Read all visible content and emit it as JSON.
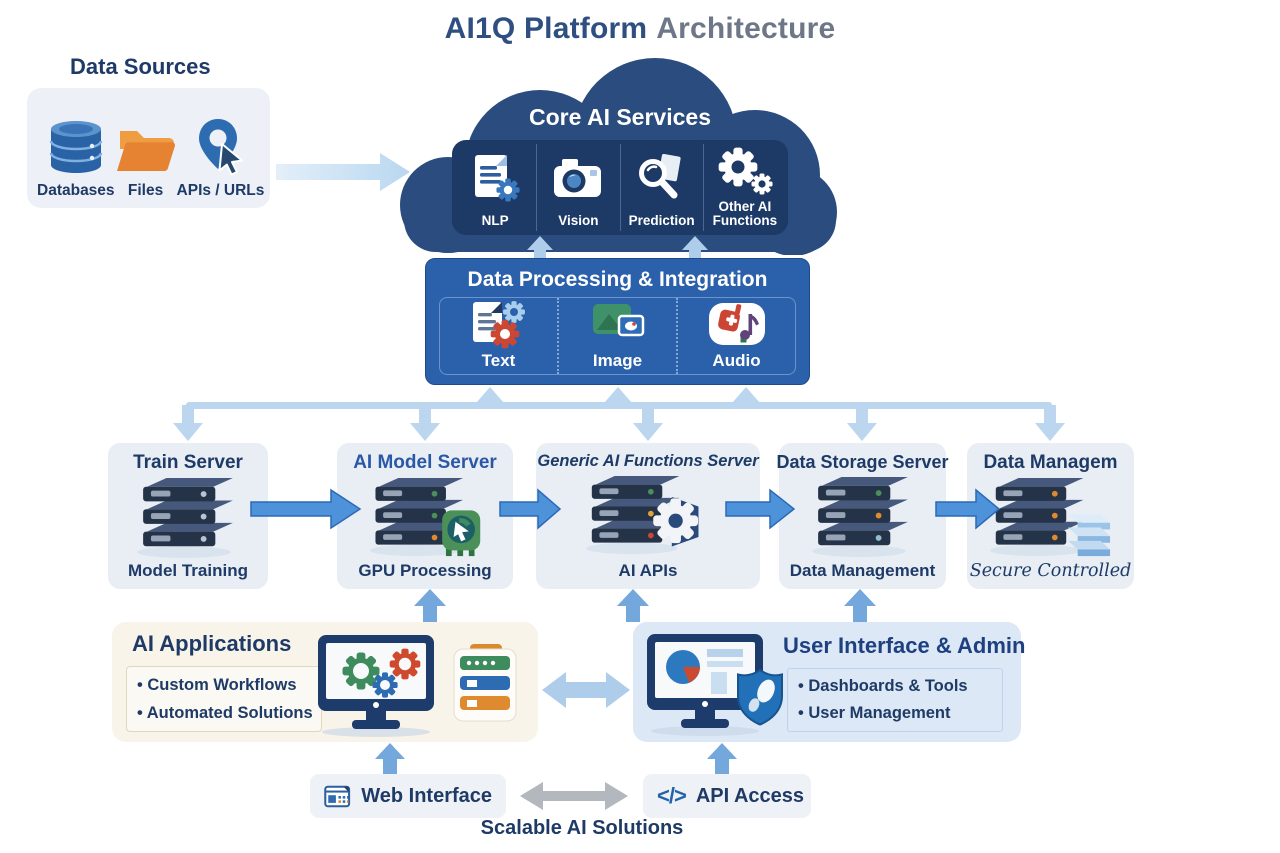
{
  "title": {
    "primary": "AI1Q Platform",
    "secondary": "Architecture"
  },
  "data_sources": {
    "heading": "Data Sources",
    "items": [
      {
        "label": "Databases",
        "icon": "database-icon"
      },
      {
        "label": "Files",
        "icon": "folder-icon"
      },
      {
        "label": "APIs / URLs",
        "icon": "map-pin-cursor-icon"
      }
    ]
  },
  "core_ai_services": {
    "title": "Core AI Services",
    "services": [
      {
        "label": "NLP",
        "icon": "document-gear-icon"
      },
      {
        "label": "Vision",
        "icon": "camera-icon"
      },
      {
        "label": "Prediction",
        "icon": "magnifier-document-icon"
      },
      {
        "label": "Other AI Functions",
        "icon": "double-gear-icon"
      }
    ]
  },
  "data_processing": {
    "title": "Data Processing & Integration",
    "channels": [
      {
        "label": "Text",
        "icon": "text-document-gear-icon"
      },
      {
        "label": "Image",
        "icon": "image-stack-icon"
      },
      {
        "label": "Audio",
        "icon": "audio-note-icon"
      }
    ]
  },
  "servers": [
    {
      "title": "Train Server",
      "subtitle": "Model Training",
      "icon": "server-stack-icon"
    },
    {
      "title": "AI Model Server",
      "subtitle": "GPU Processing",
      "icon": "server-stack-gpu-icon"
    },
    {
      "title": "Generic AI Functions Server",
      "subtitle": "AI APIs",
      "icon": "server-stack-gear-icon"
    },
    {
      "title": "Data Storage Server",
      "subtitle": "Data Management",
      "icon": "server-stack-icon"
    },
    {
      "title": "Data Managem",
      "subtitle": "Secure Controlled",
      "icon": "server-stack-storage-icon"
    }
  ],
  "ai_applications": {
    "title": "AI Applications",
    "bullets": [
      "Custom Workflows",
      "Automated Solutions"
    ]
  },
  "user_interface_admin": {
    "title": "User Interface & Admin",
    "bullets": [
      "Dashboards & Tools",
      "User Management"
    ]
  },
  "access_layer": {
    "web_label": "Web Interface",
    "api_label": "API Access",
    "api_icon_glyph": "</>"
  },
  "footer": {
    "caption": "Scalable AI Solutions"
  },
  "colors": {
    "cloud": "#2b4c7e",
    "cloud_panel": "#1d3a67",
    "processing_box": "#2b61aa",
    "server_card_bg": "#e9eef5",
    "apps_box_bg": "#f8f4e9",
    "ui_box_bg": "#dce8f5",
    "arrow_solid_blue": "#4e93d9",
    "arrow_light_blue": "#bcd6ef",
    "arrow_medium_blue": "#74a7db",
    "arrow_gray": "#b3b8be",
    "navy_text": "#1e3a66"
  }
}
